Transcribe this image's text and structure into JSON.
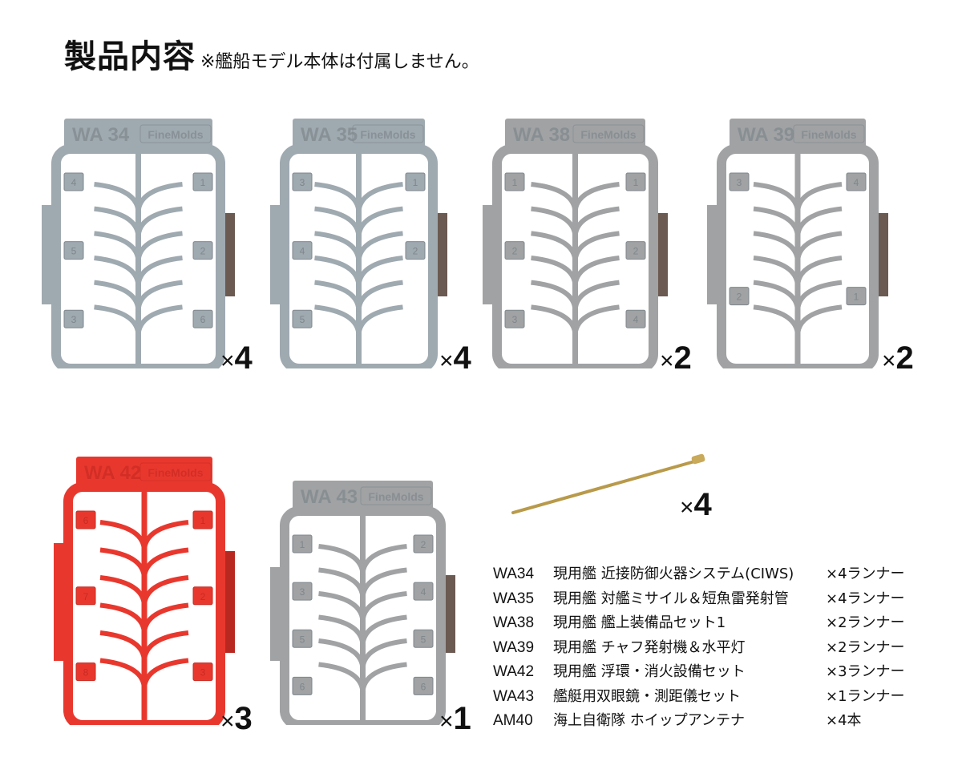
{
  "title": {
    "main": "製品内容",
    "note": "※艦船モデル本体は付属しません。"
  },
  "brand": "FineMolds",
  "colors": {
    "gray_runner": "#a4a9ad",
    "gray_dark_runner": "#9a9c9e",
    "red_runner": "#e8382e",
    "antenna": "#b89a4a"
  },
  "runners": [
    {
      "code": "WA34",
      "count_symbol": "×",
      "count": "4",
      "color": "#9fa9b0",
      "gates": [
        "4",
        "1",
        "5",
        "2",
        "3",
        "6"
      ]
    },
    {
      "code": "WA35",
      "count_symbol": "×",
      "count": "4",
      "color": "#9fa9b0",
      "gates": [
        "3",
        "1",
        "4",
        "2",
        "5"
      ]
    },
    {
      "code": "WA38",
      "count_symbol": "×",
      "count": "2",
      "color": "#a0a2a4",
      "gates": [
        "1",
        "1",
        "2",
        "2",
        "3",
        "4"
      ]
    },
    {
      "code": "WA39",
      "count_symbol": "×",
      "count": "2",
      "color": "#a0a2a4",
      "gates": [
        "3",
        "4",
        "2",
        "1"
      ]
    },
    {
      "code": "WA42",
      "count_symbol": "×",
      "count": "3",
      "color": "#e8382e",
      "gates": [
        "6",
        "1",
        "7",
        "2",
        "8",
        "3"
      ]
    },
    {
      "code": "WA43",
      "count_symbol": "×",
      "count": "1",
      "color": "#a0a2a4",
      "gates": [
        "1",
        "2",
        "3",
        "4",
        "5",
        "5",
        "6",
        "6"
      ]
    }
  ],
  "antenna": {
    "count_symbol": "×",
    "count": "4"
  },
  "parts_list": [
    {
      "code": "WA34",
      "name": "現用艦 近接防御火器システム(CIWS)",
      "qty": "×4ランナー"
    },
    {
      "code": "WA35",
      "name": "現用艦 対艦ミサイル＆短魚雷発射管",
      "qty": "×4ランナー"
    },
    {
      "code": "WA38",
      "name": "現用艦 艦上装備品セット1",
      "qty": "×2ランナー"
    },
    {
      "code": "WA39",
      "name": "現用艦 チャフ発射機＆水平灯",
      "qty": "×2ランナー"
    },
    {
      "code": "WA42",
      "name": "現用艦 浮環・消火設備セット",
      "qty": "×3ランナー"
    },
    {
      "code": "WA43",
      "name": "艦艇用双眼鏡・測距儀セット",
      "qty": "×1ランナー"
    },
    {
      "code": "AM40",
      "name": "海上自衛隊 ホイップアンテナ",
      "qty": "×4本"
    }
  ]
}
